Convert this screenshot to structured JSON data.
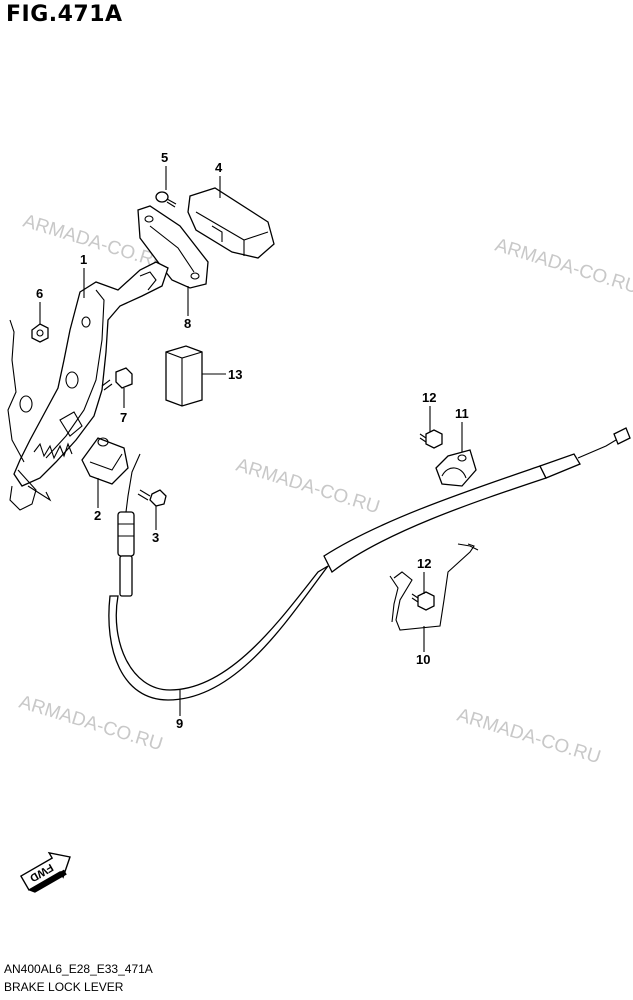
{
  "figure": {
    "title": "FIG.471A",
    "code": "AN400AL6_E28_E33_471A",
    "subtitle": "BRAKE LOCK LEVER"
  },
  "watermark": {
    "text": "ARMADA-CO.RU",
    "color": "#c8c8c8"
  },
  "fwd_label": "FWD",
  "callouts": [
    {
      "id": "1",
      "label": "1"
    },
    {
      "id": "2",
      "label": "2"
    },
    {
      "id": "3",
      "label": "3"
    },
    {
      "id": "4",
      "label": "4"
    },
    {
      "id": "5",
      "label": "5"
    },
    {
      "id": "6",
      "label": "6"
    },
    {
      "id": "7",
      "label": "7"
    },
    {
      "id": "8",
      "label": "8"
    },
    {
      "id": "9",
      "label": "9"
    },
    {
      "id": "10",
      "label": "10"
    },
    {
      "id": "11",
      "label": "11"
    },
    {
      "id": "12a",
      "label": "12"
    },
    {
      "id": "12b",
      "label": "12"
    },
    {
      "id": "13",
      "label": "13"
    }
  ]
}
